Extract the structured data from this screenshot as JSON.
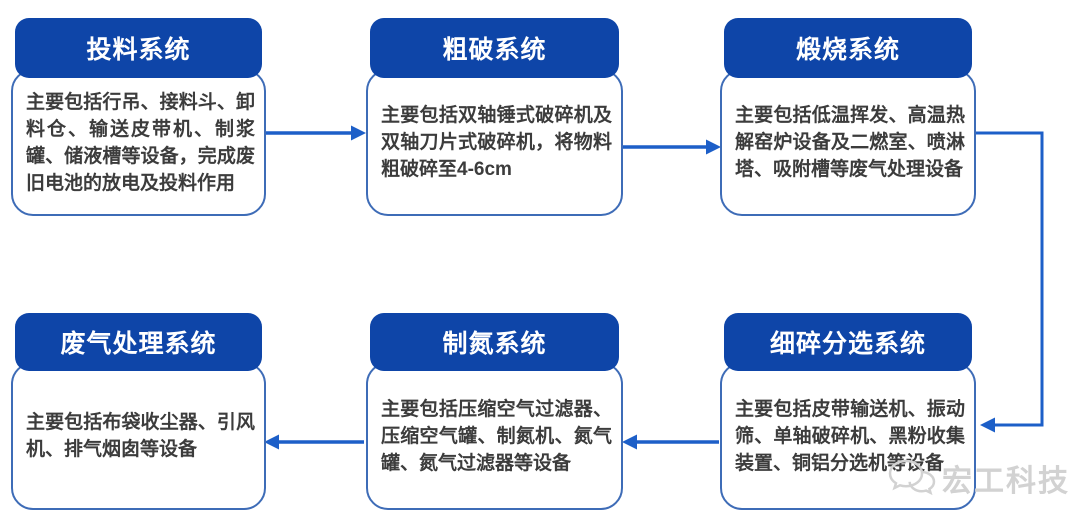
{
  "diagram": {
    "type": "flowchart",
    "nodes": [
      {
        "id": "feeding",
        "title": "投料系统",
        "desc": "主要包括行吊、接料斗、卸料仓、输送皮带机、制浆罐、储液槽等设备，完成废旧电池的放电及投料作用"
      },
      {
        "id": "coarse-crushing",
        "title": "粗破系统",
        "desc": "主要包括双轴锤式破碎机及双轴刀片式破碎机，将物料粗破碎至4-6cm"
      },
      {
        "id": "calcination",
        "title": "煅烧系统",
        "desc": "主要包括低温挥发、高温热解窑炉设备及二燃室、喷淋塔、吸附槽等废气处理设备"
      },
      {
        "id": "waste-gas-treatment",
        "title": "废气处理系统",
        "desc": "主要包括布袋收尘器、引风机、排气烟囱等设备"
      },
      {
        "id": "nitrogen-generation",
        "title": "制氮系统",
        "desc": "主要包括压缩空气过滤器、压缩空气罐、制氮机、氮气罐、氮气过滤器等设备"
      },
      {
        "id": "fine-crushing-sorting",
        "title": "细碎分选系统",
        "desc": "主要包括皮带输送机、振动筛、单轴破碎机、黑粉收集装置、铜铝分选机等设备"
      }
    ],
    "edges": [
      {
        "from": "投料系统",
        "to": "粗破系统"
      },
      {
        "from": "粗破系统",
        "to": "煅烧系统"
      },
      {
        "from": "煅烧系统",
        "to": "细碎分选系统"
      },
      {
        "from": "细碎分选系统",
        "to": "制氮系统"
      },
      {
        "from": "制氮系统",
        "to": "废气处理系统"
      }
    ],
    "colors": {
      "header_bg": "#0e45a8",
      "box_border": "#3e6cb7",
      "arrow": "#1d5fc8",
      "title_text": "#ffffff",
      "body_text": "#3c3c3c",
      "watermark_text": "#d2d2d2"
    },
    "watermark": {
      "text": "宏工科技",
      "icon": "speech-bubbles-logo"
    }
  }
}
